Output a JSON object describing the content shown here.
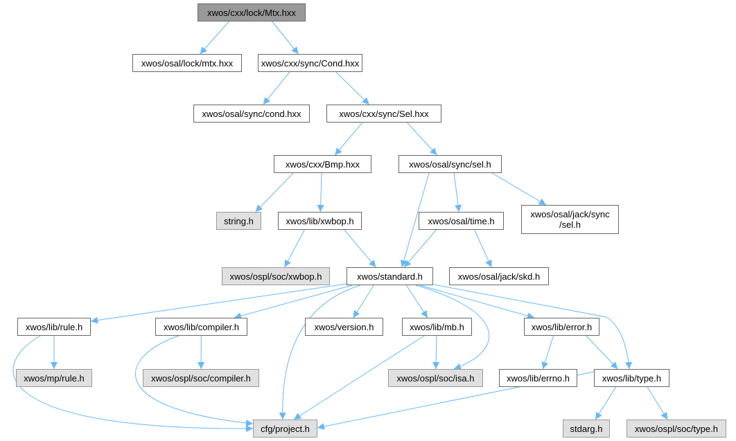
{
  "graph": {
    "edge_color": "#63b8ff",
    "nodes": [
      {
        "label": "xwos/cxx/lock/Mtx.hxx",
        "kind": "root"
      },
      {
        "label": "xwos/osal/lock/mtx.hxx",
        "kind": "normal"
      },
      {
        "label": "xwos/cxx/sync/Cond.hxx",
        "kind": "normal"
      },
      {
        "label": "xwos/osal/sync/cond.hxx",
        "kind": "normal"
      },
      {
        "label": "xwos/cxx/sync/Sel.hxx",
        "kind": "normal"
      },
      {
        "label": "xwos/cxx/Bmp.hxx",
        "kind": "normal"
      },
      {
        "label": "xwos/osal/sync/sel.h",
        "kind": "normal"
      },
      {
        "label": "string.h",
        "kind": "ext"
      },
      {
        "label": "xwos/lib/xwbop.h",
        "kind": "normal"
      },
      {
        "label": "xwos/osal/time.h",
        "kind": "normal"
      },
      {
        "label": "xwos/osal/jack/sync\n/sel.h",
        "kind": "normal"
      },
      {
        "label": "xwos/ospl/soc/xwbop.h",
        "kind": "ext"
      },
      {
        "label": "xwos/standard.h",
        "kind": "normal"
      },
      {
        "label": "xwos/osal/jack/skd.h",
        "kind": "normal"
      },
      {
        "label": "xwos/lib/rule.h",
        "kind": "normal"
      },
      {
        "label": "xwos/lib/compiler.h",
        "kind": "normal"
      },
      {
        "label": "xwos/version.h",
        "kind": "normal"
      },
      {
        "label": "xwos/lib/mb.h",
        "kind": "normal"
      },
      {
        "label": "xwos/lib/error.h",
        "kind": "normal"
      },
      {
        "label": "xwos/mp/rule.h",
        "kind": "ext"
      },
      {
        "label": "xwos/ospl/soc/compiler.h",
        "kind": "ext"
      },
      {
        "label": "xwos/ospl/soc/isa.h",
        "kind": "ext"
      },
      {
        "label": "xwos/lib/errno.h",
        "kind": "normal"
      },
      {
        "label": "xwos/lib/type.h",
        "kind": "normal"
      },
      {
        "label": "cfg/project.h",
        "kind": "ext"
      },
      {
        "label": "stdarg.h",
        "kind": "ext"
      },
      {
        "label": "xwos/ospl/soc/type.h",
        "kind": "ext"
      }
    ],
    "edges": [
      [
        0,
        1
      ],
      [
        0,
        2
      ],
      [
        2,
        3
      ],
      [
        2,
        4
      ],
      [
        4,
        5
      ],
      [
        4,
        6
      ],
      [
        5,
        7
      ],
      [
        5,
        8
      ],
      [
        6,
        12
      ],
      [
        6,
        9
      ],
      [
        6,
        10
      ],
      [
        8,
        11
      ],
      [
        8,
        12
      ],
      [
        9,
        12
      ],
      [
        9,
        13
      ],
      [
        12,
        14
      ],
      [
        12,
        15
      ],
      [
        12,
        24
      ],
      [
        12,
        16
      ],
      [
        12,
        17
      ],
      [
        12,
        21
      ],
      [
        12,
        18
      ],
      [
        12,
        23
      ],
      [
        14,
        19
      ],
      [
        14,
        24
      ],
      [
        15,
        20
      ],
      [
        15,
        24
      ],
      [
        17,
        21
      ],
      [
        17,
        24
      ],
      [
        18,
        22
      ],
      [
        18,
        23
      ],
      [
        23,
        24
      ],
      [
        23,
        25
      ],
      [
        23,
        26
      ]
    ]
  }
}
